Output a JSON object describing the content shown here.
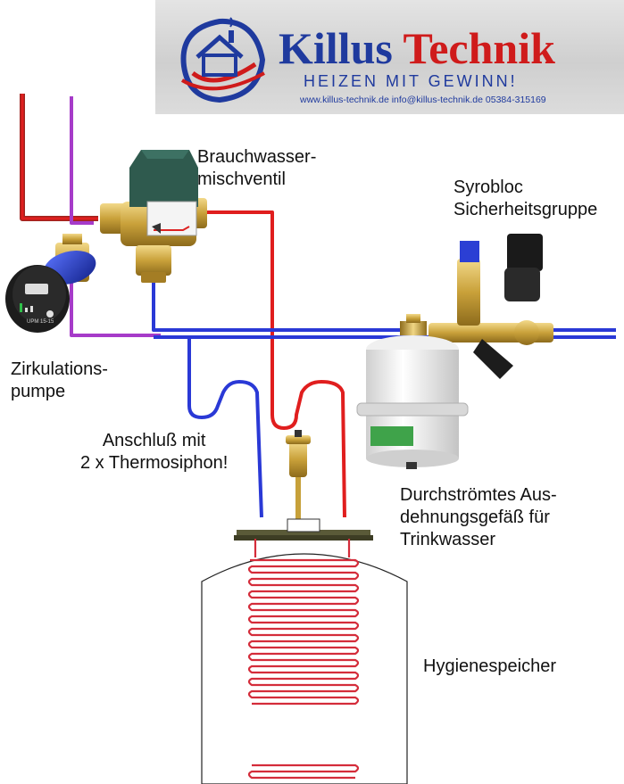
{
  "header": {
    "brand_part1": "Killus",
    "brand_part2": "Technik",
    "slogan": "HEIZEN MIT GEWINN!",
    "contact": "www.killus-technik.de  info@killus-technik.de  05384-315169"
  },
  "labels": {
    "mixing_valve": "Brauchwasser-\nmischventil",
    "safety_group": "Syrobloc\nSicherheitsgruppe",
    "pump": "Zirkulations-\npumpe",
    "connection": "Anschluß mit\n2 x Thermosiphon!",
    "expansion_vessel": "Durchströmtes Aus-\ndehnungsgefäß für\nTrinkwasser",
    "storage": "Hygienespeicher"
  },
  "device_markings": {
    "pump_model": "UPM 15-15"
  },
  "colors": {
    "hot_pipe": "#e01e1e",
    "cold_pipe": "#2a39d6",
    "circulation_pipe": "#a63bc9",
    "brand_blue": "#1f3a9e",
    "brand_red": "#cf1b1b",
    "brass": "#c9a640",
    "pump_blue": "#1f39c8",
    "valve_green": "#2f5a4e"
  },
  "icons": [
    "house-logo-icon",
    "circulation-pump-icon",
    "mixing-valve-icon",
    "safety-group-icon",
    "expansion-vessel-icon",
    "air-vent-icon",
    "storage-tank-icon"
  ]
}
